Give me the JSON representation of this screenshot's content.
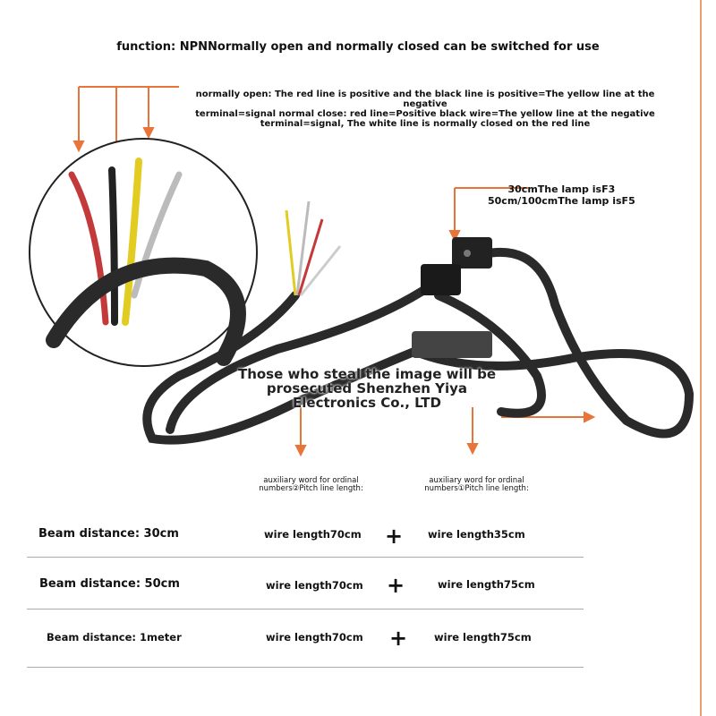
{
  "header": {
    "function_text": "function:  NPNNormally open and normally closed can be switched for use"
  },
  "wiring_note": {
    "line1": "normally open:  The red line is positive and the black line is positive=The yellow line at the negative",
    "line2": "terminal=signal normal close:  red line=Positive black wire=The yellow line at the negative",
    "line3": "terminal=signal,  The white line is normally closed on the red line"
  },
  "lamp_note": {
    "line1": "30cmThe lamp isF3",
    "line2": "50cm/100cmThe lamp isF5"
  },
  "watermark": {
    "line1": "Those who steal the image will be",
    "line2": "prosecuted Shenzhen Yiya",
    "line3": "Electronics Co., LTD"
  },
  "pitch_labels": [
    {
      "line1": "auxiliary word for ordinal",
      "line2": "numbers②Pitch line length:"
    },
    {
      "line1": "auxiliary word for ordinal",
      "line2": "numbers①Pitch line length:"
    }
  ],
  "rows": [
    {
      "beam": "Beam distance:  30cm",
      "wire_a": "wire length70cm",
      "plus": "+",
      "wire_b": "wire length35cm"
    },
    {
      "beam": "Beam distance:  50cm",
      "wire_a": "wire length70cm",
      "plus": "+",
      "wire_b": "wire length75cm"
    },
    {
      "beam": "Beam distance:  1meter",
      "wire_a": "wire length70cm",
      "plus": "+",
      "wire_b": "wire length75cm"
    }
  ],
  "colors": {
    "accent": "#e8743a",
    "cable": "#2a2a2a"
  }
}
